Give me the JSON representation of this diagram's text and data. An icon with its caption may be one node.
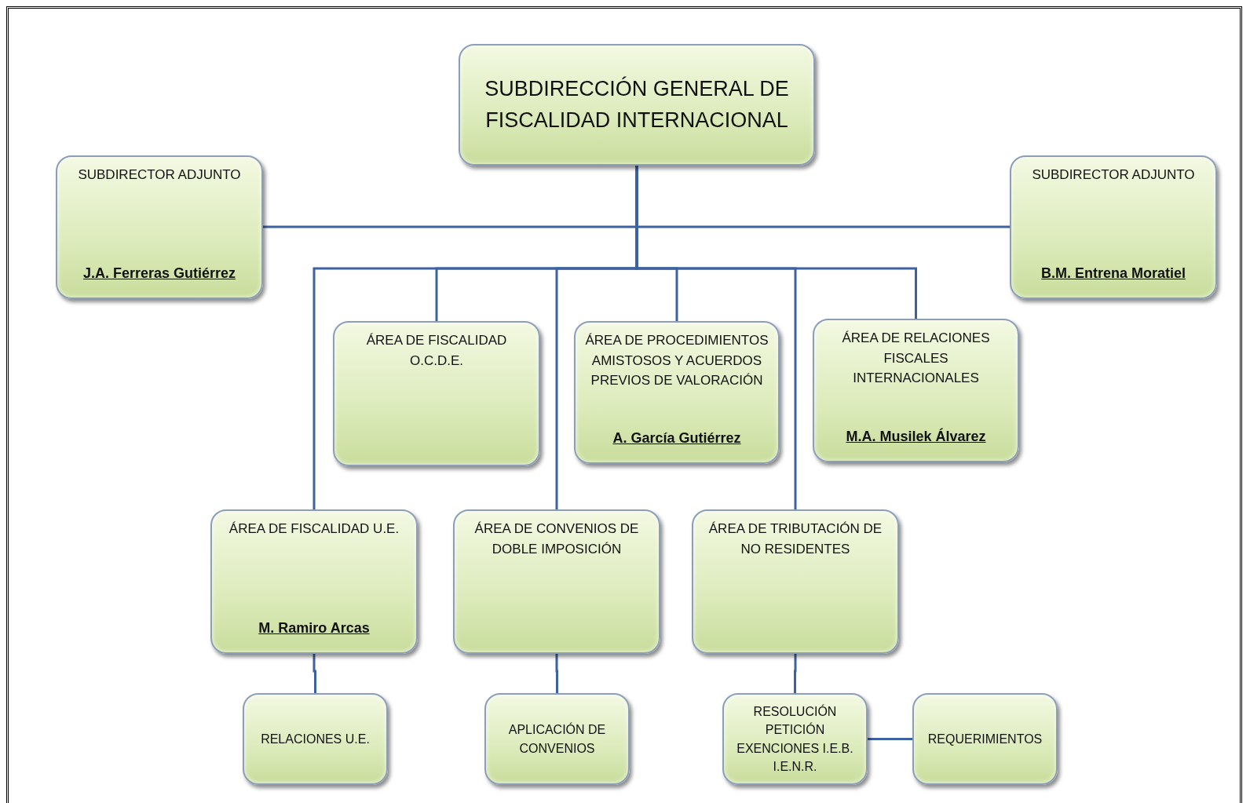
{
  "diagram": {
    "nodes": [
      {
        "text": [
          "SUBDIRECCIÓN GENERAL DE FISCALIDAD INTERNACIONAL"
        ]
      },
      {
        "text": [
          "SUBDIRECTOR ADJUNTO",
          "J.A. Ferreras Gutiérrez"
        ]
      },
      {
        "text": [
          "SUBDIRECTOR ADJUNTO",
          "B.M. Entrena Moratiel"
        ]
      },
      {
        "text": [
          "ÁREA DE FISCALIDAD O.C.D.E."
        ]
      },
      {
        "text": [
          "ÁREA DE PROCEDIMIENTOS AMISTOSOS Y ACUERDOS PREVIOS DE VALORACIÓN",
          "A. García Gutiérrez"
        ]
      },
      {
        "text": [
          "ÁREA DE RELACIONES FISCALES INTERNACIONALES",
          "M.A. Musilek Álvarez"
        ]
      },
      {
        "text": [
          "ÁREA DE FISCALIDAD U.E.",
          "M. Ramiro Arcas"
        ]
      },
      {
        "text": [
          "ÁREA DE CONVENIOS DE DOBLE IMPOSICIÓN"
        ]
      },
      {
        "text": [
          "ÁREA DE TRIBUTACIÓN DE NO RESIDENTES"
        ]
      },
      {
        "text": [
          "RELACIONES U.E."
        ]
      },
      {
        "text": [
          "APLICACIÓN DE CONVENIOS"
        ]
      },
      {
        "text": [
          "RESOLUCIÓN PETICIÓN EXENCIONES I.E.B. I.E.N.R."
        ]
      },
      {
        "text": [
          "REQUERIMIENTOS"
        ]
      }
    ],
    "edges": [
      {
        "from": 0,
        "to": 1,
        "arrow": "none"
      },
      {
        "from": 0,
        "to": 2,
        "arrow": "none"
      },
      {
        "from": 0,
        "to": 6,
        "arrow": "none"
      },
      {
        "from": 0,
        "to": 3,
        "arrow": "none"
      },
      {
        "from": 0,
        "to": 7,
        "arrow": "none"
      },
      {
        "from": 0,
        "to": 4,
        "arrow": "none"
      },
      {
        "from": 0,
        "to": 8,
        "arrow": "none"
      },
      {
        "from": 0,
        "to": 5,
        "arrow": "none"
      },
      {
        "from": 6,
        "to": 9,
        "arrow": "none"
      },
      {
        "from": 7,
        "to": 10,
        "arrow": "none"
      },
      {
        "from": 8,
        "to": 11,
        "arrow": "none"
      },
      {
        "from": 11,
        "to": 12,
        "arrow": "none"
      }
    ]
  }
}
